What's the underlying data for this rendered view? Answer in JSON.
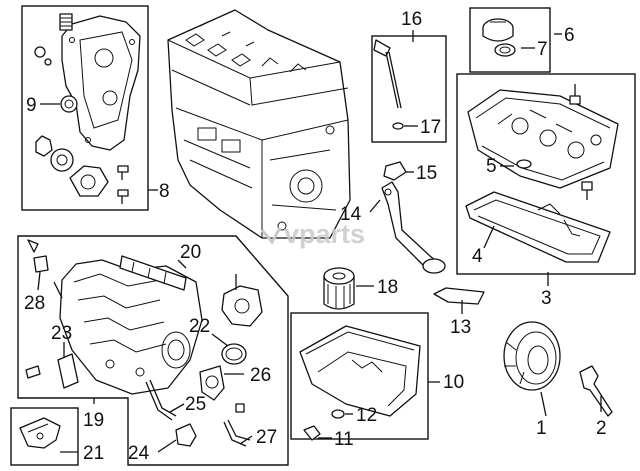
{
  "diagram": {
    "watermark": "vparts",
    "callouts": {
      "c1": "1",
      "c2": "2",
      "c3": "3",
      "c4": "4",
      "c5": "5",
      "c6": "6",
      "c7": "7",
      "c8": "8",
      "c9": "9",
      "c10": "10",
      "c11": "11",
      "c12": "12",
      "c13": "13",
      "c14": "14",
      "c15": "15",
      "c16": "16",
      "c17": "17",
      "c18": "18",
      "c19": "19",
      "c20": "20",
      "c21": "21",
      "c22": "22",
      "c23": "23",
      "c24": "24",
      "c25": "25",
      "c26": "26",
      "c27": "27",
      "c28": "28"
    }
  }
}
